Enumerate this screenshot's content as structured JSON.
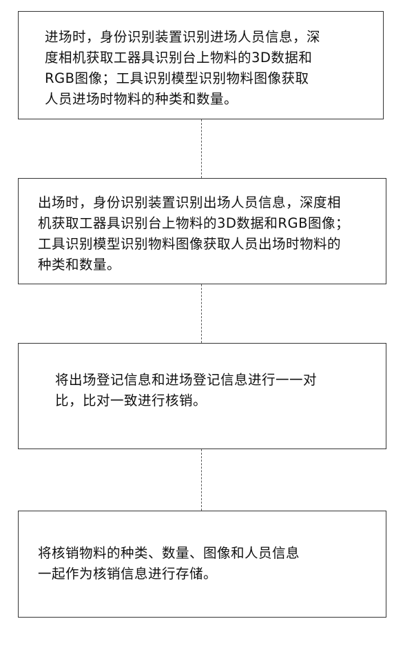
{
  "steps": [
    {
      "lines": [
        "进场时，身份识别装置识别进场人员信息，深",
        "度相机获取工器具识别台上物料的3D数据和",
        "RGB图像；工具识别模型识别物料图像获取",
        "人员进场时物料的种类和数量。"
      ]
    },
    {
      "lines": [
        "出场时，身份识别装置识别出场人员信息，深度相",
        "机获取工器具识别台上物料的3D数据和RGB图像；",
        "工具识别模型识别物料图像获取人员出场时物料的",
        "种类和数量。"
      ]
    },
    {
      "lines": [
        "将出场登记信息和进场登记信息进行一一对",
        "比，比对一致进行核销。"
      ]
    },
    {
      "lines": [
        "将核销物料的种类、数量、图像和人员信息",
        "一起作为核销信息进行存储。"
      ]
    }
  ]
}
